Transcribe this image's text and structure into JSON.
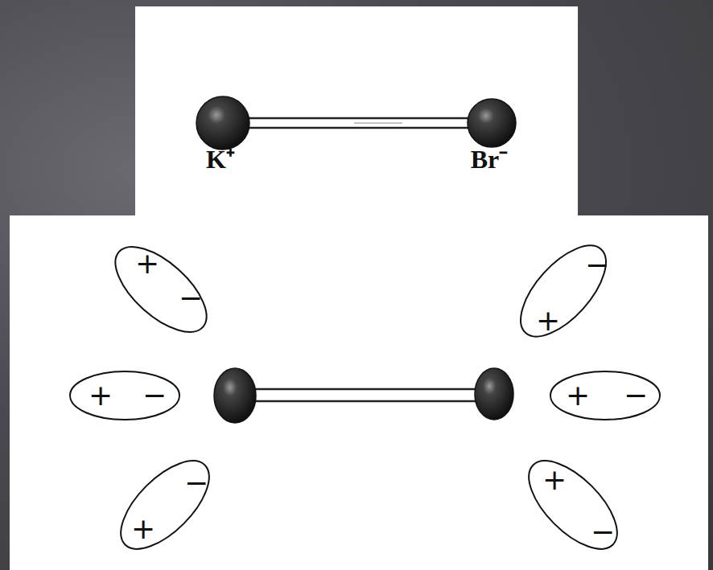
{
  "diagram": {
    "nodes": [
      {
        "text": [
          "+",
          "−"
        ]
      },
      {
        "text": [
          "−",
          "+"
        ]
      },
      {
        "text": [
          "+",
          "−"
        ]
      },
      {
        "text": [
          "+",
          "−"
        ]
      },
      {
        "text": [
          "−",
          "+"
        ]
      },
      {
        "text": [
          "+",
          "−"
        ]
      }
    ],
    "labels": [
      "K⁺",
      "Br⁻"
    ]
  }
}
